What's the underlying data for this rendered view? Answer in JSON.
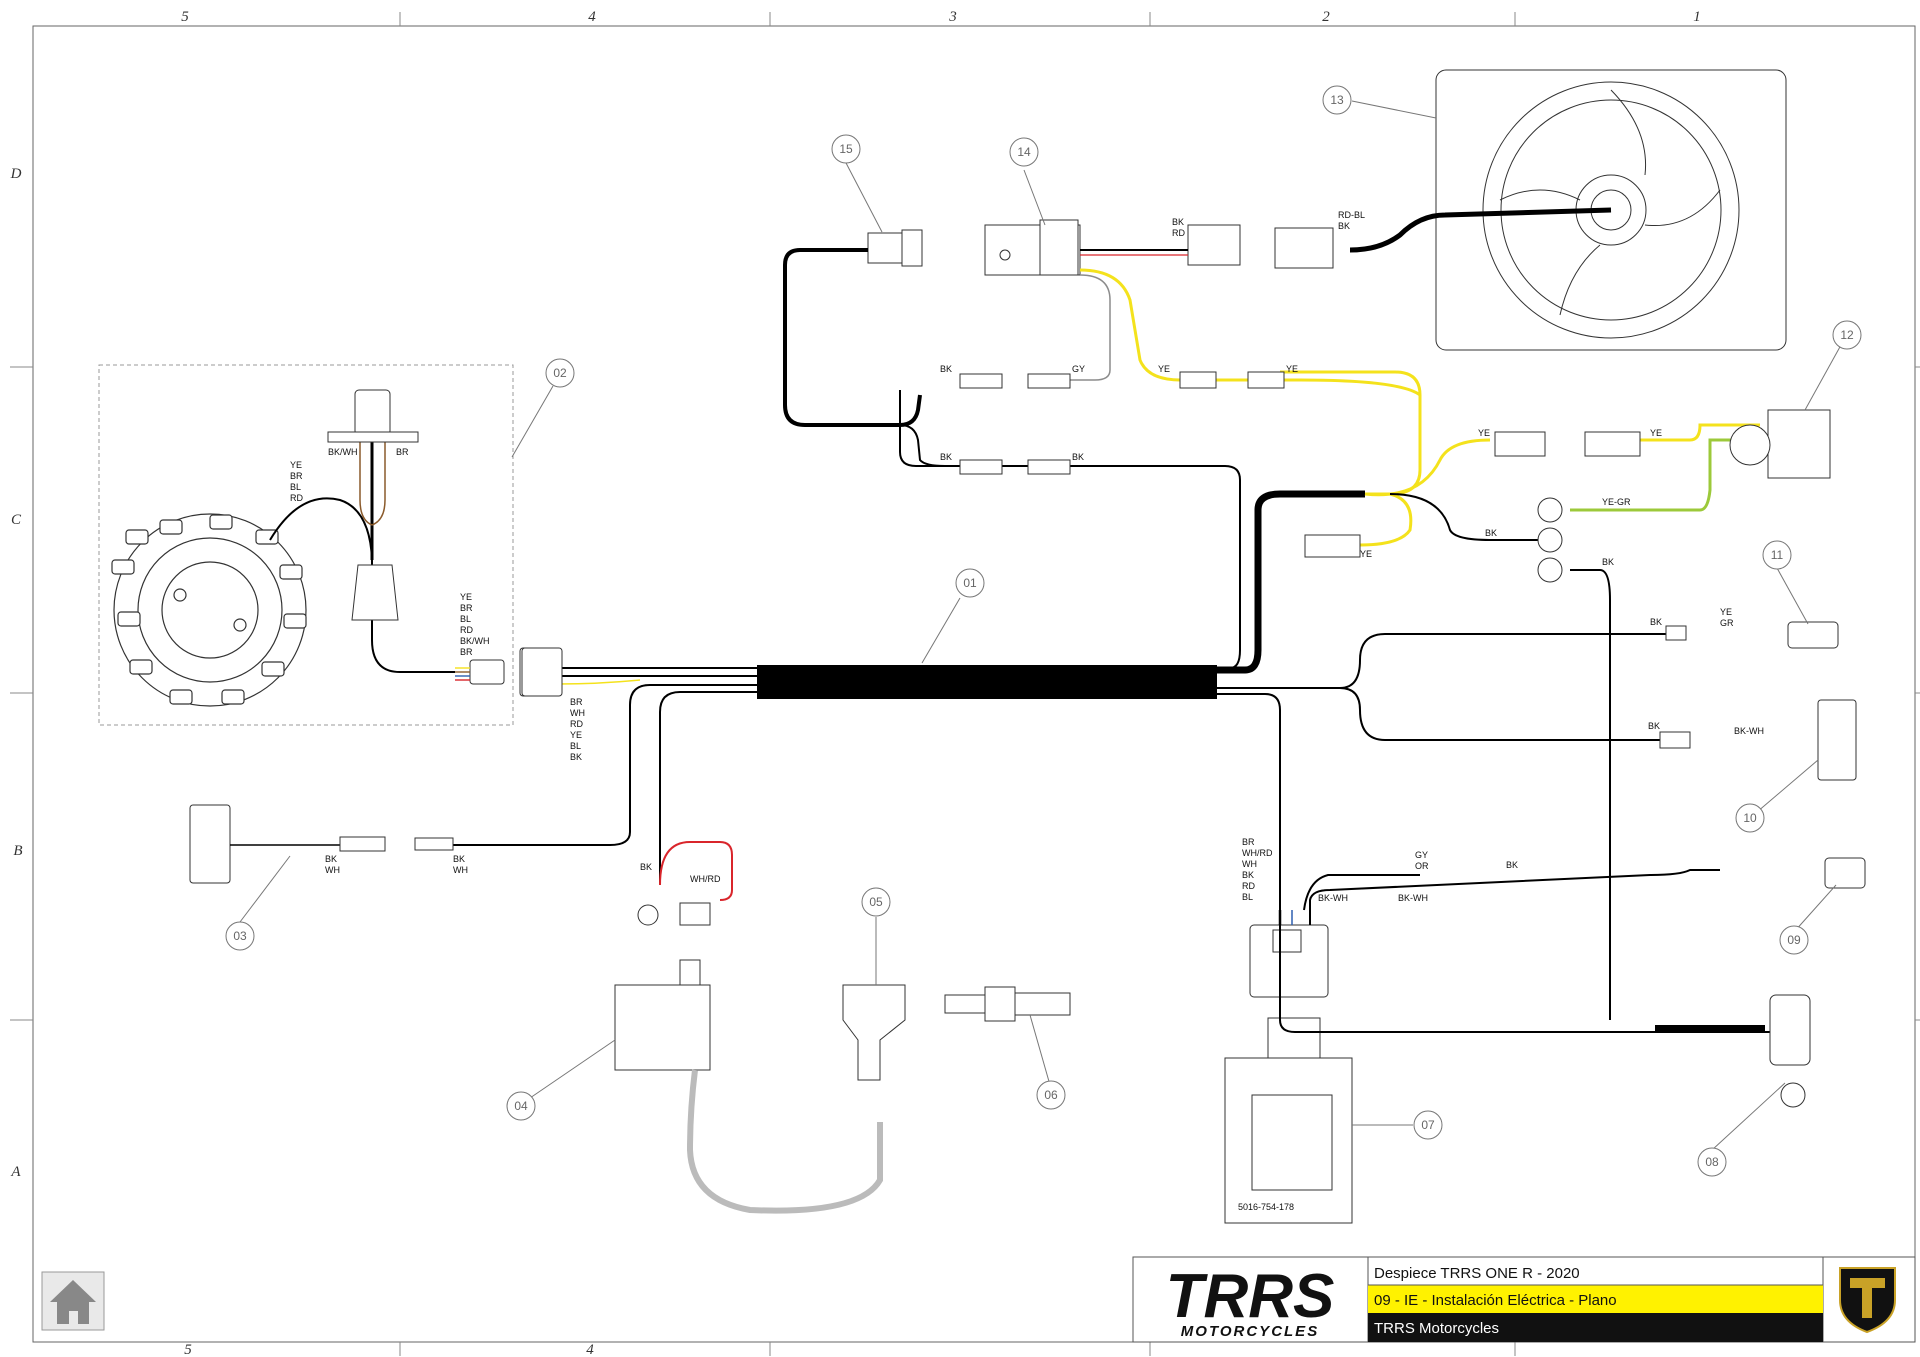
{
  "grid": {
    "columns": [
      "5",
      "4",
      "3",
      "2",
      "1"
    ],
    "rows": [
      "D",
      "C",
      "B",
      "A"
    ]
  },
  "callouts": [
    "01",
    "02",
    "03",
    "04",
    "05",
    "06",
    "07",
    "08",
    "09",
    "10",
    "11",
    "12",
    "13",
    "14",
    "15"
  ],
  "wire_labels": {
    "stator_conn": [
      "YE",
      "BR",
      "BL",
      "RD"
    ],
    "pickup": [
      "BK/WH",
      "BR"
    ],
    "stator_plug": [
      "YE",
      "BR",
      "BL",
      "RD",
      "BK/WH",
      "BR"
    ],
    "main_conn": [
      "BR",
      "WH",
      "RD",
      "YE",
      "BL",
      "BK"
    ],
    "regulator": [
      "BK",
      "WH",
      "BK",
      "WH"
    ],
    "relay_out": [
      "BK",
      "RD"
    ],
    "fan_in": [
      "RD-BL",
      "BK"
    ],
    "relay_branch": [
      "BK",
      "GY",
      "YE",
      "YE",
      "BK",
      "BK"
    ],
    "right_top": [
      "YE",
      "YE",
      "YE-GR",
      "BK",
      "BK",
      "YE"
    ],
    "switch_11": [
      "BK",
      "YE",
      "GR"
    ],
    "conn_10": [
      "BK",
      "BK-WH"
    ],
    "coil": [
      "BK",
      "WH/RD"
    ],
    "cdi_conn": [
      "BR",
      "WH/RD",
      "WH",
      "BK",
      "RD",
      "BL"
    ],
    "cdi_right": [
      "GY",
      "OR",
      "BK",
      "BK-WH",
      "BK-WH"
    ]
  },
  "cdi_part_number": "5016-754-178",
  "title_block": {
    "logo_main": "TRRS",
    "logo_sub": "MOTORCYCLES",
    "line1": "Despiece TRRS ONE R - 2020",
    "line2": "09 - IE - Instalación Eléctrica - Plano",
    "line3": "TRRS Motorcycles"
  },
  "colors": {
    "harness": "#000000",
    "yellow_wire": "#f4e21c",
    "red_wire": "#d9252b",
    "yellow_green_wire": "#9cc93a",
    "gray_wire": "#8c8c8c",
    "title_yellow": "#fff200",
    "title_black": "#111111"
  },
  "icons": [
    "home-icon",
    "trrs-shield-icon"
  ]
}
